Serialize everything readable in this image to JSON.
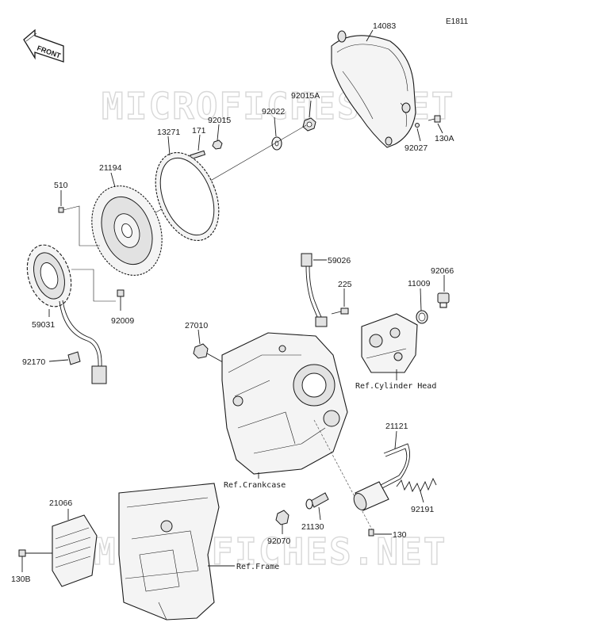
{
  "diagram_code": "E1811",
  "front_label": "FRONT",
  "watermark": "MICROFICHES.NET",
  "parts": [
    {
      "id": "p14083",
      "number": "14083"
    },
    {
      "id": "p92015A",
      "number": "92015A"
    },
    {
      "id": "p92022",
      "number": "92022"
    },
    {
      "id": "p92015",
      "number": "92015"
    },
    {
      "id": "p171",
      "number": "171"
    },
    {
      "id": "p13271",
      "number": "13271"
    },
    {
      "id": "p21194",
      "number": "21194"
    },
    {
      "id": "p510",
      "number": "510"
    },
    {
      "id": "p92027",
      "number": "92027"
    },
    {
      "id": "p130A",
      "number": "130A"
    },
    {
      "id": "p59026",
      "number": "59026"
    },
    {
      "id": "p225",
      "number": "225"
    },
    {
      "id": "p11009",
      "number": "11009"
    },
    {
      "id": "p92066",
      "number": "92066"
    },
    {
      "id": "p59031",
      "number": "59031"
    },
    {
      "id": "p92009",
      "number": "92009"
    },
    {
      "id": "p27010",
      "number": "27010"
    },
    {
      "id": "p92170",
      "number": "92170"
    },
    {
      "id": "p21121",
      "number": "21121"
    },
    {
      "id": "p21066",
      "number": "21066"
    },
    {
      "id": "p92191",
      "number": "92191"
    },
    {
      "id": "p21130",
      "number": "21130"
    },
    {
      "id": "p130",
      "number": "130"
    },
    {
      "id": "p92070",
      "number": "92070"
    },
    {
      "id": "p130B",
      "number": "130B"
    }
  ],
  "references": {
    "cylinder_head": "Ref.Cylinder Head",
    "crankcase": "Ref.Crankcase",
    "frame": "Ref.Frame"
  }
}
